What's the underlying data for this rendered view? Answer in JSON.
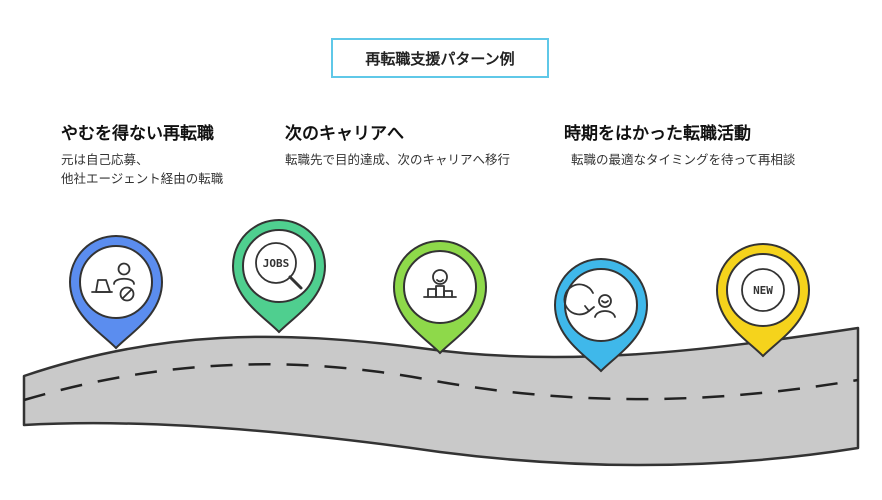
{
  "title": "再転職支援パターン例",
  "steps": [
    {
      "heading": "やむを得ない再転職",
      "desc_lines": [
        "元は自己応募、",
        "他社エージェント経由の転職"
      ],
      "color": "#5b8def",
      "icon": "person-laptop-icon"
    },
    {
      "heading": "次のキャリアへ",
      "desc_lines": [
        "転職先で目的達成、次のキャリアへ移行"
      ],
      "color": "#4fcf8f",
      "icon": "jobs-search-icon",
      "icon_text": "JOBS"
    },
    {
      "heading": "",
      "desc_lines": [],
      "color": "#8ed94a",
      "icon": "person-podium-icon"
    },
    {
      "heading": "時期をはかった転職活動",
      "desc_lines": [
        "転職の最適なタイミングを待って再相談"
      ],
      "color": "#3fb8ea",
      "icon": "person-rewind-icon"
    },
    {
      "heading": "",
      "desc_lines": [],
      "color": "#f5d31c",
      "icon": "new-badge-icon",
      "icon_text": "NEW"
    }
  ]
}
